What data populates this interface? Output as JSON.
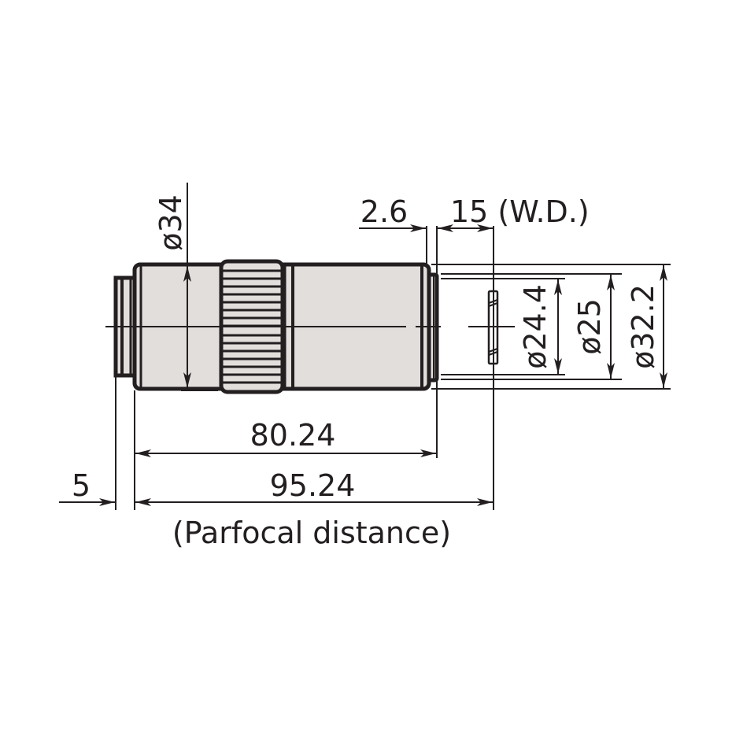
{
  "diagram": {
    "title": "Microscope objective lens dimensional drawing",
    "units": "mm",
    "colors": {
      "line": "#231f20",
      "body_fill": "#e2dedc",
      "background": "#ffffff"
    },
    "dimensions": {
      "barrel_diameter": "ø34",
      "front_offset": "2.6",
      "working_distance": "15 (W.D.)",
      "front_tip_diameter": "ø24.4",
      "inner_diameter": "ø25",
      "front_outer_diameter": "ø32.2",
      "body_length": "80.24",
      "thread_length": "5",
      "parfocal_distance": "95.24",
      "parfocal_label": "(Parfocal distance)"
    }
  }
}
